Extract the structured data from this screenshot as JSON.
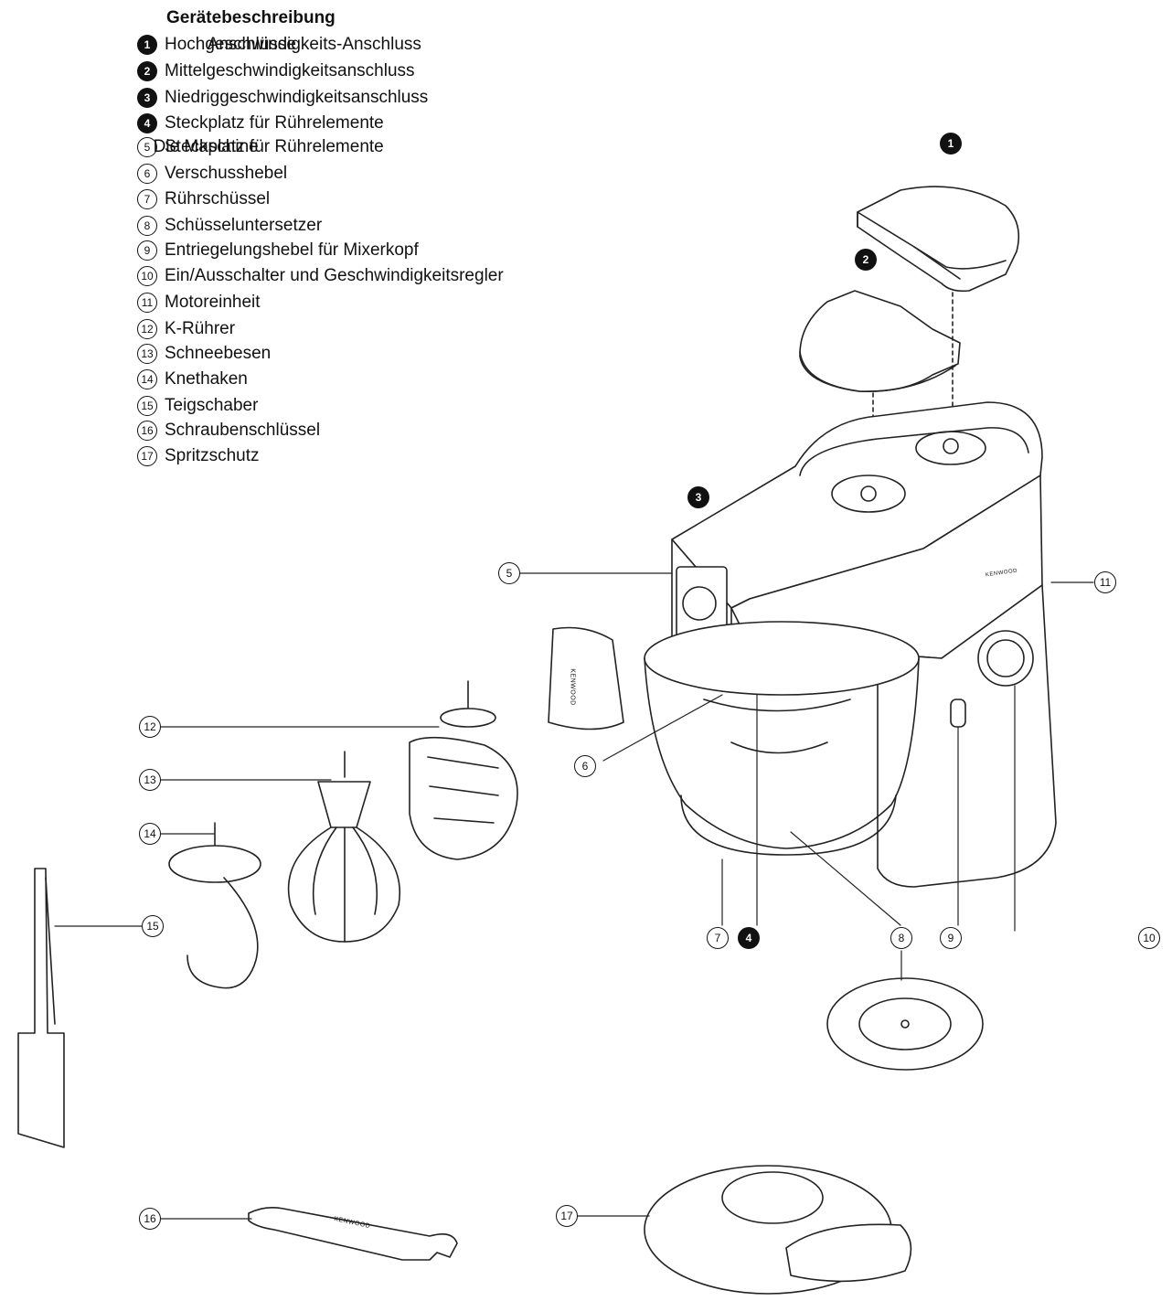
{
  "title": "Gerätebeschreibung",
  "groups": {
    "attachments": "Anschlüsse",
    "machine": "Die Maschine"
  },
  "legend": [
    {
      "num": "1",
      "style": "filled",
      "text": "Hochgeschwindigkeits-Anschluss"
    },
    {
      "num": "2",
      "style": "filled",
      "text": "Mittelgeschwindigkeitsanschluss"
    },
    {
      "num": "3",
      "style": "filled",
      "text": "Niedriggeschwindigkeitsanschluss"
    },
    {
      "num": "4",
      "style": "filled",
      "text": "Steckplatz für Rührelemente"
    },
    {
      "num": "5",
      "style": "outline",
      "text": "Steckplatz für Rührelemente"
    },
    {
      "num": "6",
      "style": "outline",
      "text": "Verschusshebel"
    },
    {
      "num": "7",
      "style": "outline",
      "text": "Rührschüssel"
    },
    {
      "num": "8",
      "style": "outline",
      "text": "Schüsseluntersetzer"
    },
    {
      "num": "9",
      "style": "outline",
      "text": "Entriegelungshebel für Mixerkopf"
    },
    {
      "num": "10",
      "style": "outline",
      "text": "Ein/Ausschalter und Geschwindigkeitsregler"
    },
    {
      "num": "11",
      "style": "outline",
      "text": "Motoreinheit"
    },
    {
      "num": "12",
      "style": "outline",
      "text": "K-Rührer"
    },
    {
      "num": "13",
      "style": "outline",
      "text": "Schneebesen"
    },
    {
      "num": "14",
      "style": "outline",
      "text": "Knethaken"
    },
    {
      "num": "15",
      "style": "outline",
      "text": "Teigschaber"
    },
    {
      "num": "16",
      "style": "outline",
      "text": "Schraubenschlüssel"
    },
    {
      "num": "17",
      "style": "outline",
      "text": "Spritzschutz"
    }
  ],
  "brand": "KENWOOD",
  "callouts": [
    "1",
    "2",
    "3",
    "4",
    "5",
    "6",
    "7",
    "8",
    "9",
    "10",
    "11",
    "12",
    "13",
    "14",
    "15",
    "16",
    "17"
  ]
}
